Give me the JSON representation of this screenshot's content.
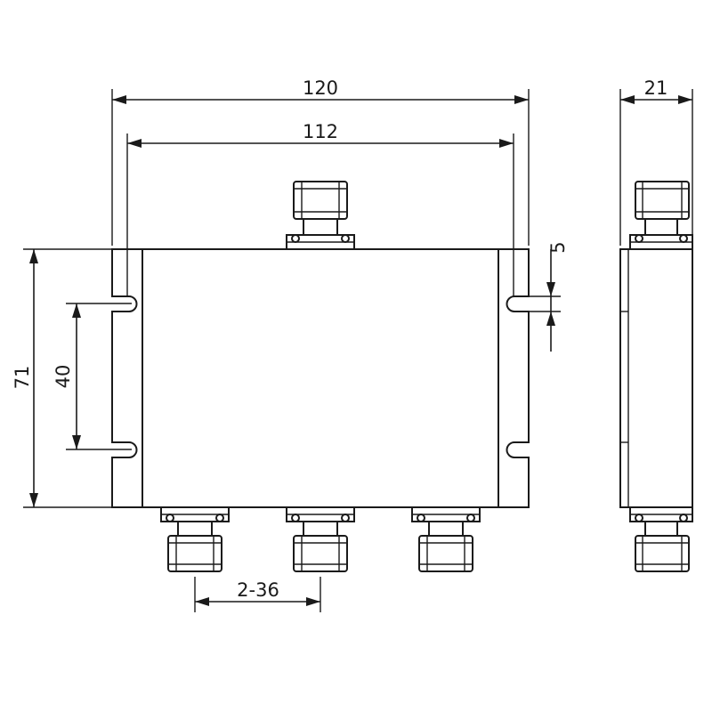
{
  "dimensions": {
    "overall_width": "120",
    "hole_spacing_width": "112",
    "depth": "21",
    "height": "71",
    "hole_spacing_height": "40",
    "slot_width": "5",
    "connector_pitch": "2-36"
  },
  "connectors": {
    "input_count": 1,
    "output_count": 3
  }
}
